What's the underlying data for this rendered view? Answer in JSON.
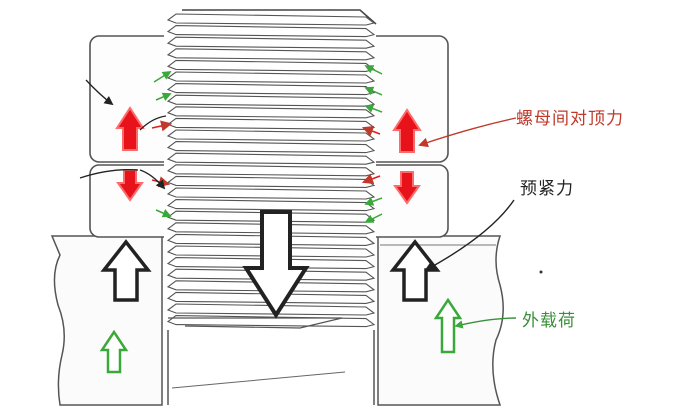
{
  "labels": {
    "nut_mutual_force": "螺母间对顶力",
    "preload_force": "预紧力",
    "external_load": "外载荷"
  },
  "colors": {
    "nut_mutual_force": "#c0392b",
    "preload_force": "#222222",
    "external_load": "#3a8f3a",
    "red_arrow": "#e8121a",
    "green_arrow": "#3aa83a",
    "outline": "#444444"
  }
}
